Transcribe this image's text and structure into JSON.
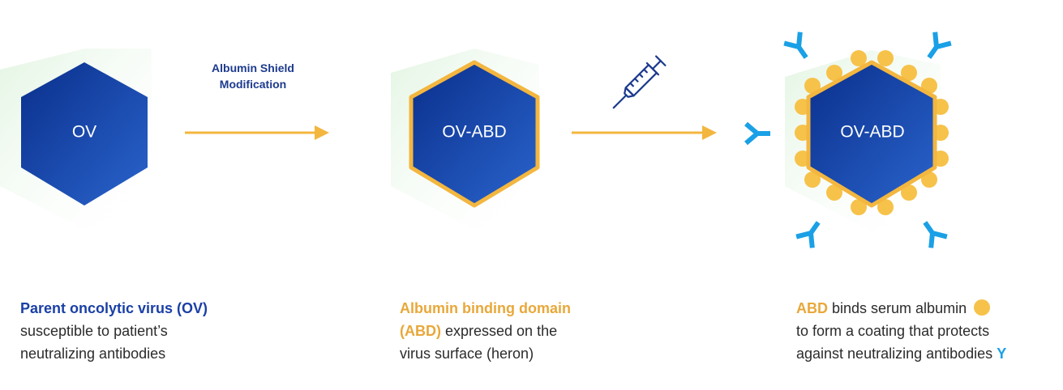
{
  "colors": {
    "hex_fill_dark": "#0a2f8c",
    "hex_fill_light": "#2a64cc",
    "gold": "#f3b63f",
    "albumin": "#f6c24a",
    "antibody": "#1aa0e6",
    "shadow": "#e3f5e3",
    "navy_text": "#1a3fa6"
  },
  "stages": [
    {
      "hex_label": "OV"
    },
    {
      "hex_label": "OV-ABD"
    },
    {
      "hex_label": "OV-ABD"
    }
  ],
  "arrow1": {
    "label_line1": "Albumin Shield",
    "label_line2": "Modification"
  },
  "icons": {
    "syringe": "syringe-icon",
    "antibody": "antibody-y-icon",
    "albumin": "albumin-dot-icon"
  },
  "captions": {
    "c1": {
      "bold": "Parent oncolytic virus (OV)",
      "line2": "susceptible to patient’s",
      "line3": "neutralizing antibodies"
    },
    "c2": {
      "bold1": "Albumin binding domain",
      "bold2": "(ABD)",
      "rest2": " expressed on the",
      "line3": "virus surface (heron)"
    },
    "c3": {
      "bold": "ABD",
      "rest1": " binds serum albumin",
      "line2": "to form a coating that protects",
      "line3": "against neutralizing antibodies",
      "y": "Y"
    }
  }
}
